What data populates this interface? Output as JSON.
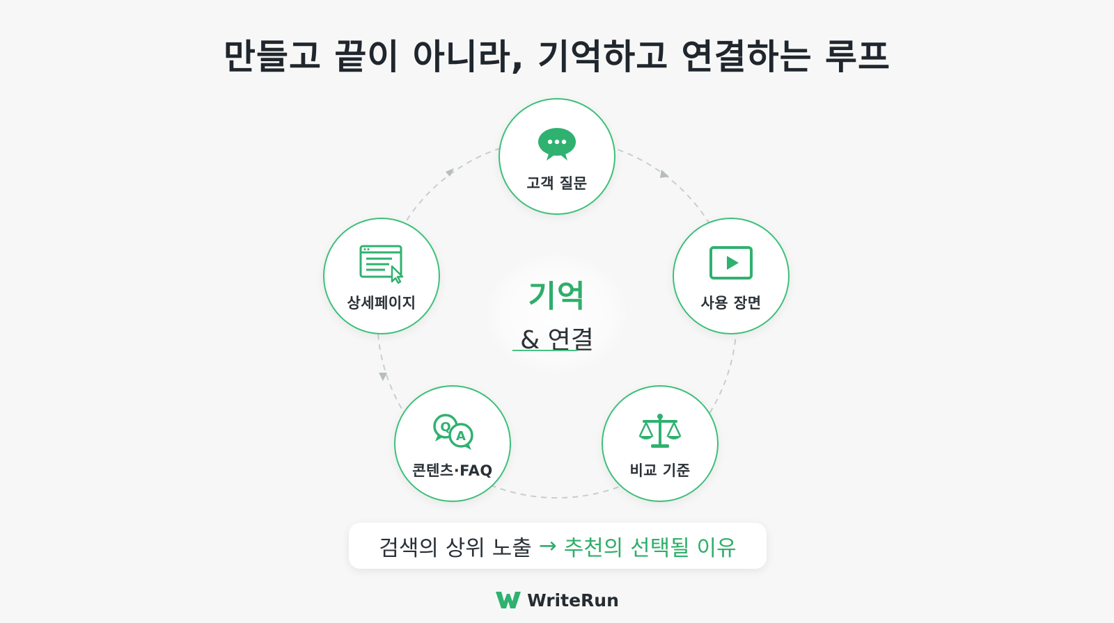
{
  "title": "만들고 끝이 아니라, 기억하고 연결하는 루프",
  "center": {
    "main": "기억",
    "sub": "& 연결"
  },
  "nodes": [
    {
      "label": "고객 질문",
      "icon": "chat-bubble-icon"
    },
    {
      "label": "사용 장면",
      "icon": "video-play-icon"
    },
    {
      "label": "비교 기준",
      "icon": "balance-scale-icon"
    },
    {
      "label": "콘텐츠·FAQ",
      "icon": "qa-bubbles-icon"
    },
    {
      "label": "상세페이지",
      "icon": "webpage-cursor-icon"
    }
  ],
  "bottom": {
    "text_a": "검색의 상위 노출",
    "arrow": "→",
    "text_b": "추천의 선택될 이유"
  },
  "brand": {
    "name": "WriteRun",
    "logo_icon": "w-logo-icon"
  },
  "colors": {
    "accent": "#3cbf7a",
    "text": "#20262d",
    "background": "#f6f7f6"
  }
}
